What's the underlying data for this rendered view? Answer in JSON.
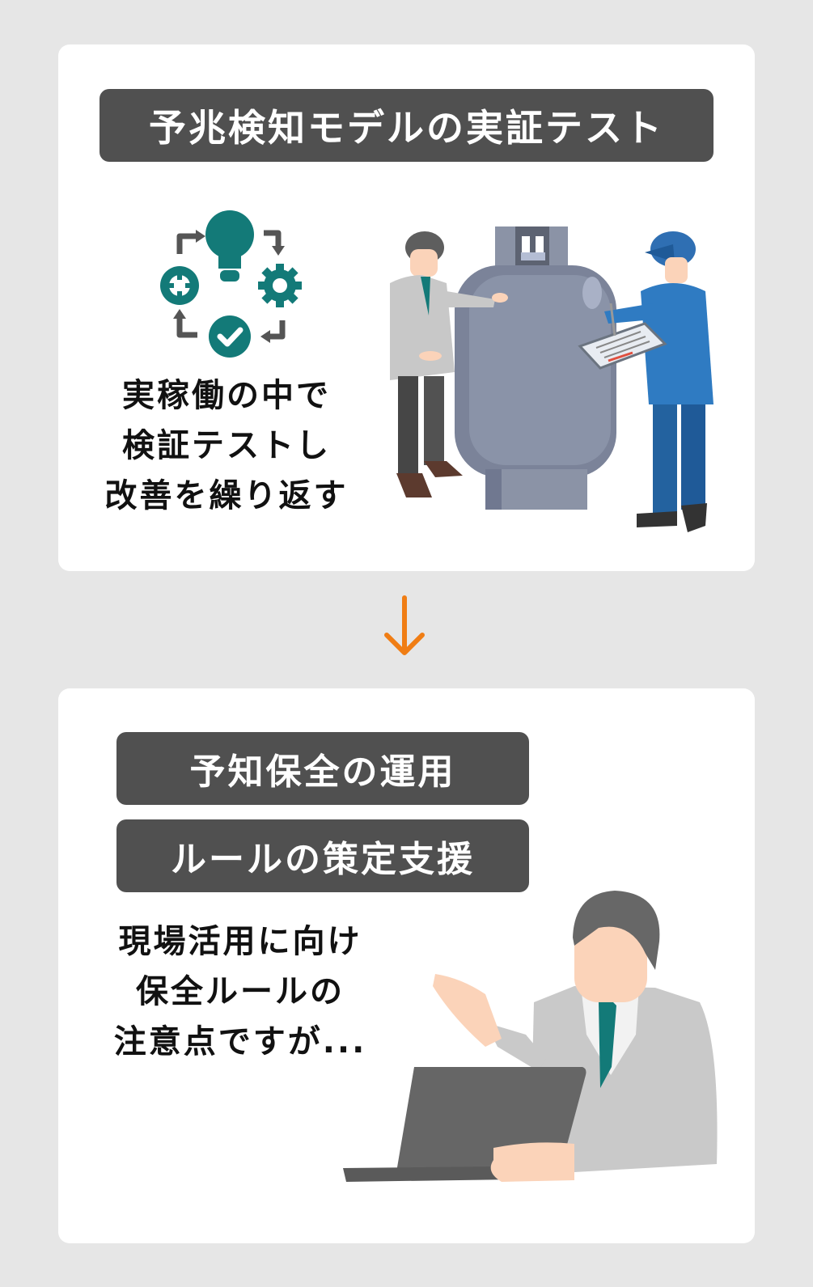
{
  "colors": {
    "page_background": "#e6e6e6",
    "card_background": "#ffffff",
    "label_bar": "#505050",
    "label_text": "#ffffff",
    "caption_text": "#111111",
    "accent_teal": "#137a78",
    "arrow_orange": "#f07d14",
    "cycle_arrow_gray": "#555555"
  },
  "step1": {
    "title": "予兆検知モデルの実証テスト",
    "icon": "improvement-cycle-icon",
    "caption_lines": [
      "実稼働の中で",
      "検証テストし",
      "改善を繰り返す"
    ],
    "illustration": "gas-cylinder-inspection-illustration"
  },
  "connector": {
    "icon": "arrow-down-icon"
  },
  "step2": {
    "labels": [
      "予知保全の運用",
      "ルールの策定支援"
    ],
    "caption_lines": [
      "現場活用に向け",
      "保全ルールの",
      "注意点ですが..."
    ],
    "illustration": "consultant-with-laptop-illustration"
  }
}
